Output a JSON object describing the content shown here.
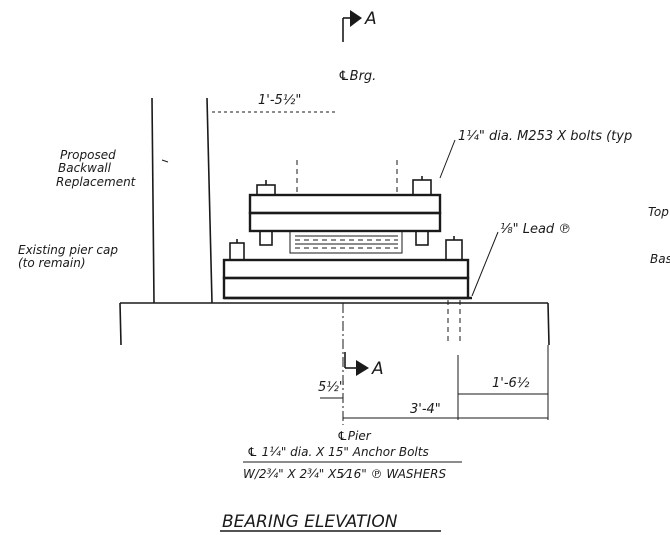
{
  "section_marker_top": "A",
  "section_marker_mid": "A",
  "centerline_bearing": "℄Brg.",
  "dim_top": "1'-5½\"",
  "callout_bolts": "1¼\" dia. M253 X bolts (typ",
  "label_backwall_1": "Proposed",
  "label_backwall_2": "Backwall",
  "label_backwall_3": "Replacement",
  "label_pier_cap_1": "Existing pier cap",
  "label_pier_cap_2": "(to remain)",
  "callout_lead": "⅛\" Lead ℗",
  "label_top_partial": "Top",
  "label_bas_partial": "Bas",
  "dim_5_half": "5½\"",
  "dim_1_6_half": "1'-6½",
  "dim_3_4": "3'-4\"",
  "centerline_pier": "℄Pier",
  "anchor_bolts": "℄ 1¼\" dia. X 15\" Anchor Bolts",
  "washers": "W/2¾\" X 2¾\" X5⁄16\" ℗ WASHERS",
  "title": "BEARING ELEVATION"
}
